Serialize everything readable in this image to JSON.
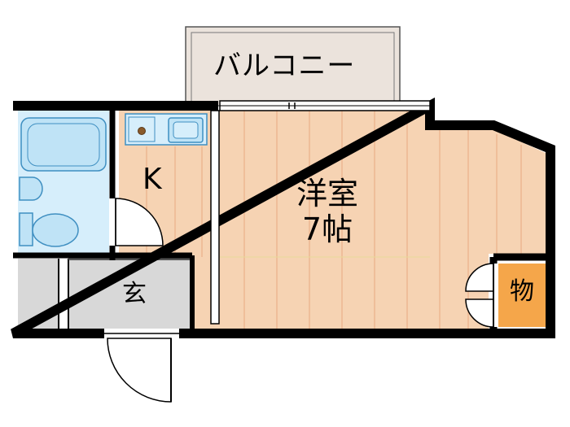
{
  "rooms": {
    "balcony": "バルコニー",
    "kitchen": "K",
    "western_room_name": "洋室",
    "western_room_size": "7帖",
    "entrance": "玄",
    "storage": "物"
  },
  "colors": {
    "wall": "#000000",
    "floor_wood": "#f6d3b3",
    "floor_wood_line": "#e8a980",
    "bath_blue": "#d6eefb",
    "fixture_blue": "#bfe3f6",
    "fixture_stroke": "#3f8fc1",
    "entrance_grey": "#d8d8d8",
    "storage_orange": "#f5a64a",
    "balcony_fill": "#ebe3dc"
  }
}
